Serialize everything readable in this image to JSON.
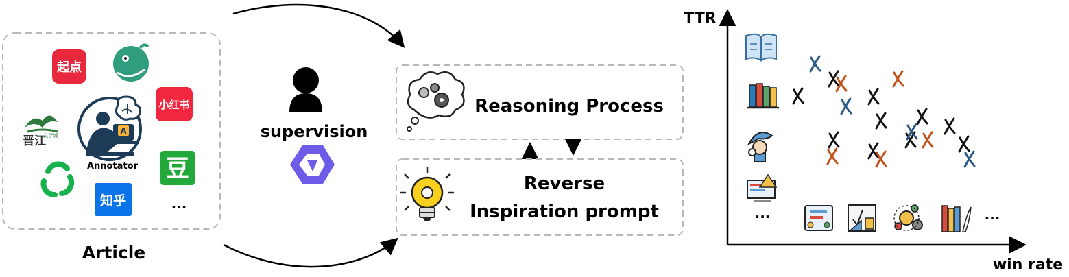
{
  "article": {
    "label": "Article",
    "annotator_label": "Annotator",
    "annotator_badge": "A",
    "ellipsis": "...",
    "logos": {
      "qidian": "起点",
      "xiaohongshu": "小红书",
      "douban": "豆",
      "zhihu": "知乎",
      "jinjiang": "晋江",
      "jinjiang_sub": "文学城"
    }
  },
  "supervision": {
    "label": "supervision"
  },
  "reasoning": {
    "label": "Reasoning Process"
  },
  "reverse": {
    "line1": "Reverse",
    "line2": "Inspiration  prompt"
  },
  "plot": {
    "ylabel": "TTR",
    "xlabel": "win rate",
    "left_ellipsis": "...",
    "bottom_ellipsis": "...",
    "colors": {
      "black": "#111111",
      "blue": "#2e5a87",
      "orange": "#c0541c"
    }
  },
  "chart_data": {
    "type": "scatter",
    "xlabel": "win rate",
    "ylabel": "TTR",
    "grid": false,
    "series": [
      {
        "color": "#111111",
        "points": [
          [
            1164,
            140
          ],
          [
            1216,
            115
          ],
          [
            1274,
            141
          ],
          [
            1285,
            176
          ],
          [
            1216,
            204
          ],
          [
            1274,
            220
          ],
          [
            1345,
            170
          ],
          [
            1385,
            184
          ],
          [
            1328,
            204
          ],
          [
            1406,
            210
          ]
        ]
      },
      {
        "color": "#2e5a87",
        "points": [
          [
            1189,
            93
          ],
          [
            1234,
            155
          ],
          [
            1330,
            192
          ],
          [
            1414,
            232
          ]
        ]
      },
      {
        "color": "#c0541c",
        "points": [
          [
            1227,
            122
          ],
          [
            1310,
            115
          ],
          [
            1214,
            228
          ],
          [
            1285,
            232
          ],
          [
            1353,
            204
          ]
        ]
      }
    ]
  }
}
